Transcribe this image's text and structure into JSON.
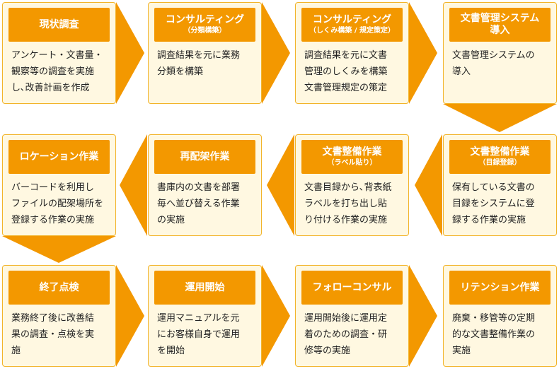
{
  "colors": {
    "accent": "#f39800",
    "card_bg": "#fff8e1",
    "border": "#f2b42a"
  },
  "steps": [
    {
      "title": "現状調査",
      "subtitle": "",
      "body": "アンケート・文書量・\n観察等の調査を実施\nし､改善計画を作成"
    },
    {
      "title": "コンサルティング",
      "subtitle": "（分類構築）",
      "body": "調査結果を元に業務\n分類を構築"
    },
    {
      "title": "コンサルティング",
      "subtitle": "（しくみ構築 / 規定策定）",
      "body": "調査結果を元に文書\n管理のしくみを構築\n文書管理規定の策定"
    },
    {
      "title": "文書管理システム\n導入",
      "subtitle": "",
      "body": "文書管理システムの\n導入"
    },
    {
      "title": "文書整備作業",
      "subtitle": "（目録登録）",
      "body": "保有している文書の\n目録をシステムに登\n録する作業の実施"
    },
    {
      "title": "文書整備作業",
      "subtitle": "（ラベル貼り）",
      "body": "文書目録から､背表紙\nラベルを打ち出し貼\nり付ける作業の実施"
    },
    {
      "title": "再配架作業",
      "subtitle": "",
      "body": "書庫内の文書を部署\n毎へ並び替える作業\nの実施"
    },
    {
      "title": "ロケーション作業",
      "subtitle": "",
      "body": "バーコードを利用し\nファイルの配架場所を\n登録する作業の実施"
    },
    {
      "title": "終了点検",
      "subtitle": "",
      "body": "業務終了後に改善結\n果の調査・点検を実\n施"
    },
    {
      "title": "運用開始",
      "subtitle": "",
      "body": "運用マニュアルを元\nにお客様自身で運用\nを開始"
    },
    {
      "title": "フォローコンサル",
      "subtitle": "",
      "body": "運用開始後に運用定\n着のための調査・研\n修等の実施"
    },
    {
      "title": "リテンション作業",
      "subtitle": "",
      "body": "廃棄・移管等の定期\n的な文書整備作業の\n実施"
    }
  ]
}
